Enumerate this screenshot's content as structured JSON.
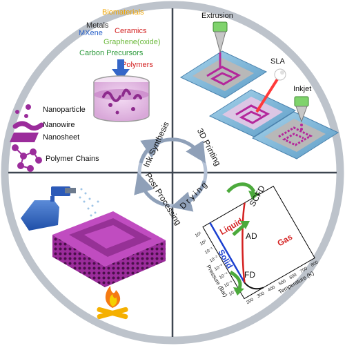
{
  "quadrants": {
    "ink_synthesis": {
      "materials": {
        "biomaterials": "Biomaterials",
        "metals": "Metals",
        "mxene": "MXene",
        "ceramics": "Ceramics",
        "graphene": "Graphene(oxide)",
        "carbon": "Carbon Precursors",
        "polymers": "Polymers"
      },
      "building_blocks": {
        "nanoparticle": "Nanoparticle",
        "nanowire": "Nanowire",
        "nanosheet": "Nanosheet",
        "polymer_chains": "Polymer Chains"
      }
    },
    "printing": {
      "extrusion": "Extrusion",
      "sla": "SLA",
      "inkjet": "Inkjet"
    },
    "drying": {
      "phase_solid": "Solid",
      "phase_liquid": "Liquid",
      "phase_gas": "Gas",
      "method_scfd": "SCFD",
      "method_ad": "AD",
      "method_fd": "FD",
      "y_axis_label": "Pressure (Bar)",
      "x_axis_label": "Temperature (K)",
      "y_ticks": [
        "10¹",
        "10⁰",
        "10⁻¹",
        "10⁻²",
        "10⁻³",
        "10⁻⁴",
        "10⁻⁵",
        "10⁻⁶"
      ],
      "x_ticks": [
        "200",
        "300",
        "400",
        "500",
        "600",
        "700",
        "800"
      ]
    }
  },
  "cycle": {
    "ink_synthesis": "Ink Synthesis",
    "printing_3d": "3D Printing",
    "drying": "Drying",
    "post_processing": "Post Processing"
  },
  "colors": {
    "ring": "#bdc3cb",
    "divider": "#3d4550",
    "biomaterials": "#f0a500",
    "metals": "#222222",
    "mxene": "#2a62c9",
    "ceramics": "#d32020",
    "graphene": "#6ab83a",
    "carbon": "#2e9a3c",
    "polymers": "#d32020",
    "purple": "#9b2c9b",
    "arrow_green": "#4caa3c",
    "phase_blue": "#1a3fd0",
    "phase_red": "#d42020"
  }
}
